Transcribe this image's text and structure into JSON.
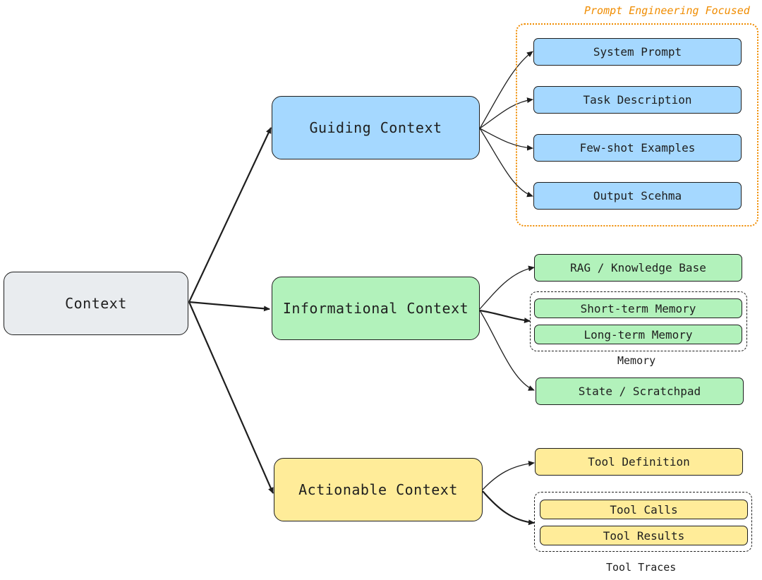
{
  "diagram": {
    "root": {
      "label": "Context"
    },
    "categories": [
      {
        "id": "guiding",
        "label": "Guiding Context",
        "color": "#a5d8ff",
        "group_label": "Prompt Engineering Focused",
        "group_color": "#f08c00",
        "items": [
          "System Prompt",
          "Task Description",
          "Few-shot Examples",
          "Output Scehma"
        ]
      },
      {
        "id": "informational",
        "label": "Informational Context",
        "color": "#b2f2bb",
        "items": [
          "RAG / Knowledge Base",
          "Short-term Memory",
          "Long-term Memory",
          "State / Scratchpad"
        ],
        "subgroup_label": "Memory"
      },
      {
        "id": "actionable",
        "label": "Actionable Context",
        "color": "#ffec99",
        "items": [
          "Tool Definition",
          "Tool Calls",
          "Tool Results"
        ],
        "subgroup_label": "Tool Traces"
      }
    ]
  }
}
